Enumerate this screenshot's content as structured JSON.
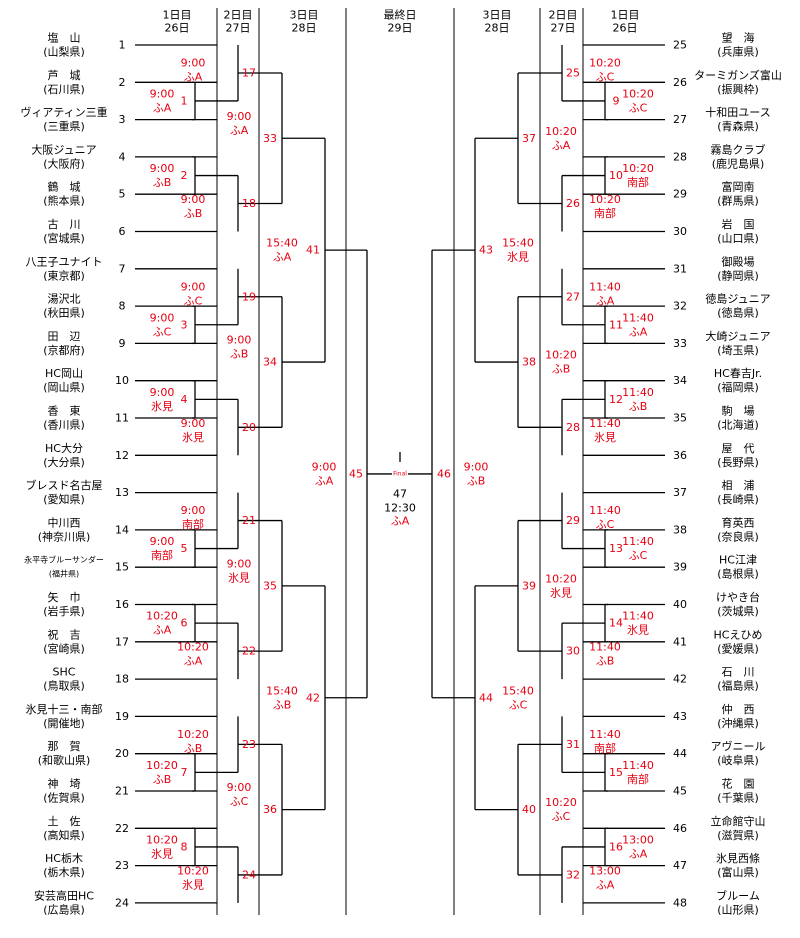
{
  "colors": {
    "accent": "#e60012",
    "line": "#000000",
    "text": "#000000"
  },
  "header": {
    "left": [
      {
        "l1": "1日目",
        "l2": "26日"
      },
      {
        "l1": "2日目",
        "l2": "27日"
      },
      {
        "l1": "3日目",
        "l2": "28日"
      }
    ],
    "final": {
      "l1": "最終日",
      "l2": "29日"
    },
    "right": [
      {
        "l1": "3日目",
        "l2": "28日"
      },
      {
        "l1": "2日目",
        "l2": "27日"
      },
      {
        "l1": "1日目",
        "l2": "26日"
      }
    ]
  },
  "teams_left": [
    {
      "no": "1",
      "name": "塩　山",
      "pref": "(山梨県)"
    },
    {
      "no": "2",
      "name": "芦　城",
      "pref": "(石川県)"
    },
    {
      "no": "3",
      "name": "ヴィアティン三重",
      "pref": "(三重県)"
    },
    {
      "no": "4",
      "name": "大阪ジュニア",
      "pref": "(大阪府)"
    },
    {
      "no": "5",
      "name": "鶴　城",
      "pref": "(熊本県)"
    },
    {
      "no": "6",
      "name": "古　川",
      "pref": "(宮城県)"
    },
    {
      "no": "7",
      "name": "八王子ユナイト",
      "pref": "(東京都)"
    },
    {
      "no": "8",
      "name": "湯沢北",
      "pref": "(秋田県)"
    },
    {
      "no": "9",
      "name": "田　辺",
      "pref": "(京都府)"
    },
    {
      "no": "10",
      "name": "HC岡山",
      "pref": "(岡山県)"
    },
    {
      "no": "11",
      "name": "香　東",
      "pref": "(香川県)"
    },
    {
      "no": "12",
      "name": "HC大分",
      "pref": "(大分県)"
    },
    {
      "no": "13",
      "name": "ブレスド名古屋",
      "pref": "(愛知県)"
    },
    {
      "no": "14",
      "name": "中川西",
      "pref": "(神奈川県)"
    },
    {
      "no": "15",
      "name": "永平寺ブルーサンダー",
      "pref": "(福井県)"
    },
    {
      "no": "16",
      "name": "矢　巾",
      "pref": "(岩手県)"
    },
    {
      "no": "17",
      "name": "祝　吉",
      "pref": "(宮崎県)"
    },
    {
      "no": "18",
      "name": "SHC",
      "pref": "(鳥取県)"
    },
    {
      "no": "19",
      "name": "氷見十三・南部",
      "pref": "(開催地)"
    },
    {
      "no": "20",
      "name": "那　賀",
      "pref": "(和歌山県)"
    },
    {
      "no": "21",
      "name": "神　埼",
      "pref": "(佐賀県)"
    },
    {
      "no": "22",
      "name": "土　佐",
      "pref": "(高知県)"
    },
    {
      "no": "23",
      "name": "HC栃木",
      "pref": "(栃木県)"
    },
    {
      "no": "24",
      "name": "安芸高田HC",
      "pref": "(広島県)"
    }
  ],
  "teams_right": [
    {
      "no": "25",
      "name": "望　海",
      "pref": "(兵庫県)"
    },
    {
      "no": "26",
      "name": "ターミガンズ富山",
      "pref": "(振興枠)"
    },
    {
      "no": "27",
      "name": "十和田ユース",
      "pref": "(青森県)"
    },
    {
      "no": "28",
      "name": "霧島クラブ",
      "pref": "(鹿児島県)"
    },
    {
      "no": "29",
      "name": "富岡南",
      "pref": "(群馬県)"
    },
    {
      "no": "30",
      "name": "岩　国",
      "pref": "(山口県)"
    },
    {
      "no": "31",
      "name": "御殿場",
      "pref": "(静岡県)"
    },
    {
      "no": "32",
      "name": "徳島ジュニア",
      "pref": "(徳島県)"
    },
    {
      "no": "33",
      "name": "大崎ジュニア",
      "pref": "(埼玉県)"
    },
    {
      "no": "34",
      "name": "HC春吉Jr.",
      "pref": "(福岡県)"
    },
    {
      "no": "35",
      "name": "駒　場",
      "pref": "(北海道)"
    },
    {
      "no": "36",
      "name": "屋　代",
      "pref": "(長野県)"
    },
    {
      "no": "37",
      "name": "相　浦",
      "pref": "(長崎県)"
    },
    {
      "no": "38",
      "name": "育英西",
      "pref": "(奈良県)"
    },
    {
      "no": "39",
      "name": "HC江津",
      "pref": "(島根県)"
    },
    {
      "no": "40",
      "name": "けやき台",
      "pref": "(茨城県)"
    },
    {
      "no": "41",
      "name": "HCえひめ",
      "pref": "(愛媛県)"
    },
    {
      "no": "42",
      "name": "石　川",
      "pref": "(福島県)"
    },
    {
      "no": "43",
      "name": "仲　西",
      "pref": "(沖縄県)"
    },
    {
      "no": "44",
      "name": "アヴニール",
      "pref": "(岐阜県)"
    },
    {
      "no": "45",
      "name": "花　園",
      "pref": "(千葉県)"
    },
    {
      "no": "46",
      "name": "立命館守山",
      "pref": "(滋賀県)"
    },
    {
      "no": "47",
      "name": "氷見西條",
      "pref": "(富山県)"
    },
    {
      "no": "48",
      "name": "ブルーム",
      "pref": "(山形県)"
    }
  ],
  "matches": [
    {
      "no": "1",
      "time": "9:00",
      "venue": "ふA"
    },
    {
      "no": "2",
      "time": "9:00",
      "venue": "ふB"
    },
    {
      "no": "3",
      "time": "9:00",
      "venue": "ふC"
    },
    {
      "no": "4",
      "time": "9:00",
      "venue": "氷見"
    },
    {
      "no": "5",
      "time": "9:00",
      "venue": "南部"
    },
    {
      "no": "6",
      "time": "10:20",
      "venue": "ふA"
    },
    {
      "no": "7",
      "time": "10:20",
      "venue": "ふB"
    },
    {
      "no": "8",
      "time": "10:20",
      "venue": "氷見"
    },
    {
      "no": "9",
      "time": "10:20",
      "venue": "ふC"
    },
    {
      "no": "10",
      "time": "10:20",
      "venue": "南部"
    },
    {
      "no": "11",
      "time": "11:40",
      "venue": "ふA"
    },
    {
      "no": "12",
      "time": "11:40",
      "venue": "ふB"
    },
    {
      "no": "13",
      "time": "11:40",
      "venue": "ふC"
    },
    {
      "no": "14",
      "time": "11:40",
      "venue": "氷見"
    },
    {
      "no": "15",
      "time": "11:40",
      "venue": "南部"
    },
    {
      "no": "16",
      "time": "13:00",
      "venue": "ふA"
    },
    {
      "no": "17",
      "time": "9:00",
      "venue": "ふA"
    },
    {
      "no": "18",
      "time": "9:00",
      "venue": "ふB"
    },
    {
      "no": "19",
      "time": "9:00",
      "venue": "ふC"
    },
    {
      "no": "20",
      "time": "9:00",
      "venue": "氷見"
    },
    {
      "no": "21",
      "time": "9:00",
      "venue": "南部"
    },
    {
      "no": "22",
      "time": "10:20",
      "venue": "ふA"
    },
    {
      "no": "23",
      "time": "10:20",
      "venue": "ふB"
    },
    {
      "no": "24",
      "time": "10:20",
      "venue": "氷見"
    },
    {
      "no": "25",
      "time": "10:20",
      "venue": "ふC"
    },
    {
      "no": "26",
      "time": "10:20",
      "venue": "南部"
    },
    {
      "no": "27",
      "time": "11:40",
      "venue": "ふA"
    },
    {
      "no": "28",
      "time": "11:40",
      "venue": "氷見"
    },
    {
      "no": "29",
      "time": "11:40",
      "venue": "ふC"
    },
    {
      "no": "30",
      "time": "11:40",
      "venue": "ふB"
    },
    {
      "no": "31",
      "time": "11:40",
      "venue": "南部"
    },
    {
      "no": "32",
      "time": "13:00",
      "venue": "ふA"
    },
    {
      "no": "33",
      "time": "9:00",
      "venue": "ふA"
    },
    {
      "no": "34",
      "time": "9:00",
      "venue": "ふB"
    },
    {
      "no": "35",
      "time": "9:00",
      "venue": "氷見"
    },
    {
      "no": "36",
      "time": "9:00",
      "venue": "ふC"
    },
    {
      "no": "37",
      "time": "10:20",
      "venue": "ふA"
    },
    {
      "no": "38",
      "time": "10:20",
      "venue": "ふB"
    },
    {
      "no": "39",
      "time": "10:20",
      "venue": "氷見"
    },
    {
      "no": "40",
      "time": "10:20",
      "venue": "ふC"
    },
    {
      "no": "41",
      "time": "15:40",
      "venue": "ふA"
    },
    {
      "no": "42",
      "time": "15:40",
      "venue": "ふB"
    },
    {
      "no": "43",
      "time": "15:40",
      "venue": "氷見"
    },
    {
      "no": "44",
      "time": "15:40",
      "venue": "ふC"
    },
    {
      "no": "45",
      "time": "9:00",
      "venue": "ふA"
    },
    {
      "no": "46",
      "time": "9:00",
      "venue": "ふB"
    },
    {
      "no": "47",
      "time": "12:30",
      "venue": "ふA"
    }
  ],
  "final_label": "Final"
}
